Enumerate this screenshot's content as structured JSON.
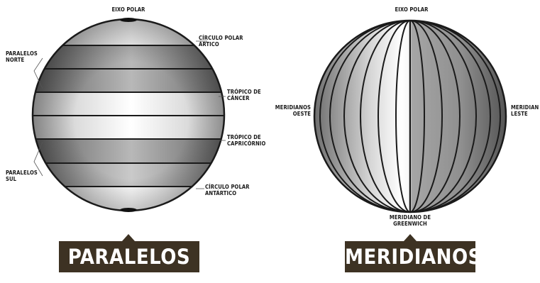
{
  "left_panel": {
    "top_label": "EIXO POLAR",
    "labels": {
      "north_parallels": "PARALELOS\nNORTE",
      "south_parallels": "PARALELOS\nSUL",
      "arctic_circle": "CÍRCULO POLAR\nÁRTICO",
      "tropic_cancer": "TRÓPICO DE\nCÂNCER",
      "tropic_capricorn": "TRÓPICO DE\nCAPRICÓRNIO",
      "antarctic_circle": "CÍRCULO POLAR\nANTÁRTICO"
    },
    "title": "PARALELOS"
  },
  "right_panel": {
    "top_label": "EIXO POLAR",
    "labels": {
      "west_meridians": "MERIDIANOS\nOESTE",
      "east_meridians": "MERIDIAN\nLESTE",
      "greenwich": "MERIDIANO DE\nGREENWICH"
    },
    "title": "MERIDIANOS"
  },
  "colors": {
    "title_bg": "#3d3223",
    "outline": "#1a1a1a",
    "light_band": "#f2f2f2",
    "dark_band": "#9a9a9a"
  }
}
